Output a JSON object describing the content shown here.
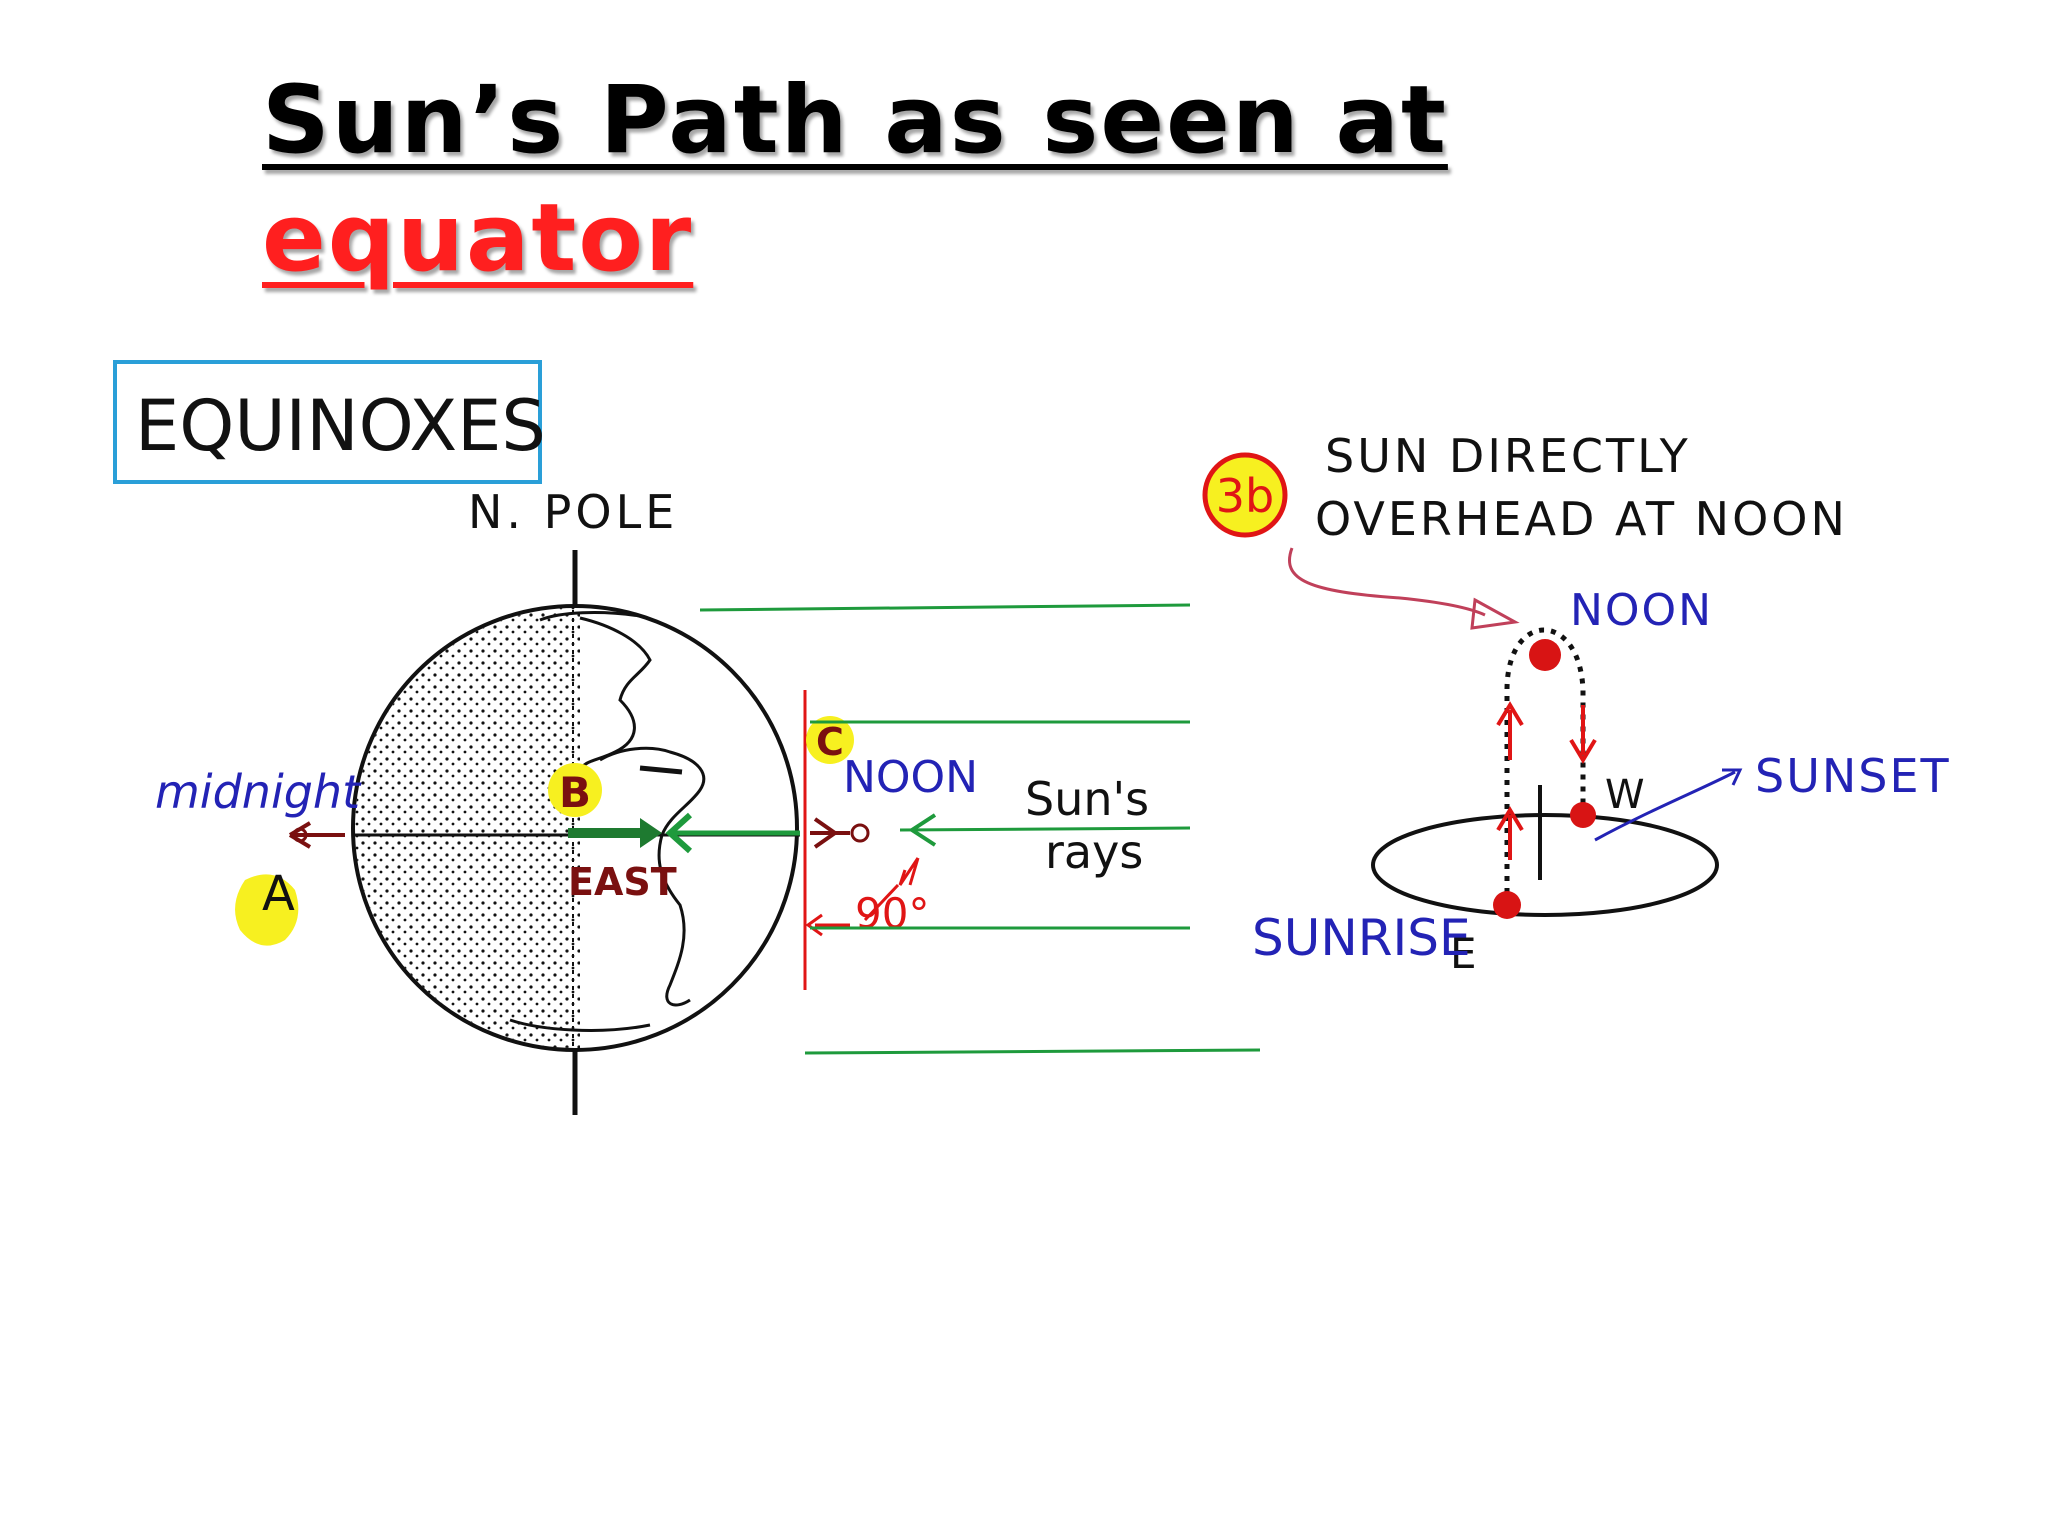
{
  "title": {
    "line1": "Sun’s Path as seen at",
    "line2": "equator"
  },
  "diagram": {
    "box_label": "EQUINOXES",
    "n_pole": "N. POLE",
    "midnight": "midnight",
    "marker_a": "A",
    "marker_b": "B",
    "marker_c": "C",
    "east": "EAST",
    "noon_left": "NOON",
    "suns_rays_1": "Sun's",
    "suns_rays_2": "rays",
    "angle": "90°",
    "badge": "3b",
    "caption_1": "SUN DIRECTLY",
    "caption_2": "OVERHEAD AT NOON",
    "noon_right": "NOON",
    "w": "W",
    "e": "E",
    "sunset": "SUNSET",
    "sunrise": "SUNRISE"
  },
  "colors": {
    "black": "#111111",
    "red": "#e01515",
    "blue": "#2323b5",
    "green": "#1e9a3c",
    "cyan": "#2a9fd8",
    "yellow": "#f7f020"
  }
}
